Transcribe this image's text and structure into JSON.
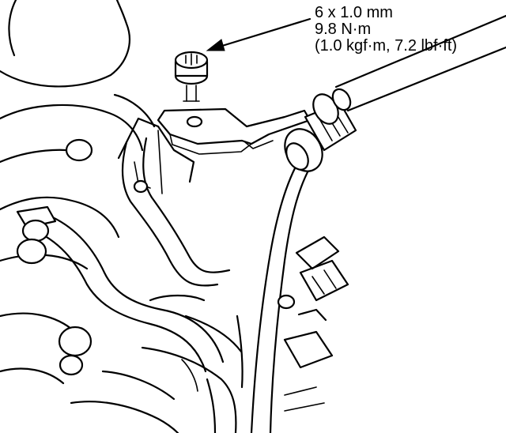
{
  "callout": {
    "bolt_size": "6 x 1.0 mm",
    "torque_nm": "9.8 N·m",
    "torque_alt": "(1.0 kgf·m, 7.2 lbf·ft)"
  },
  "colors": {
    "ink": "#000000",
    "paper": "#ffffff"
  }
}
